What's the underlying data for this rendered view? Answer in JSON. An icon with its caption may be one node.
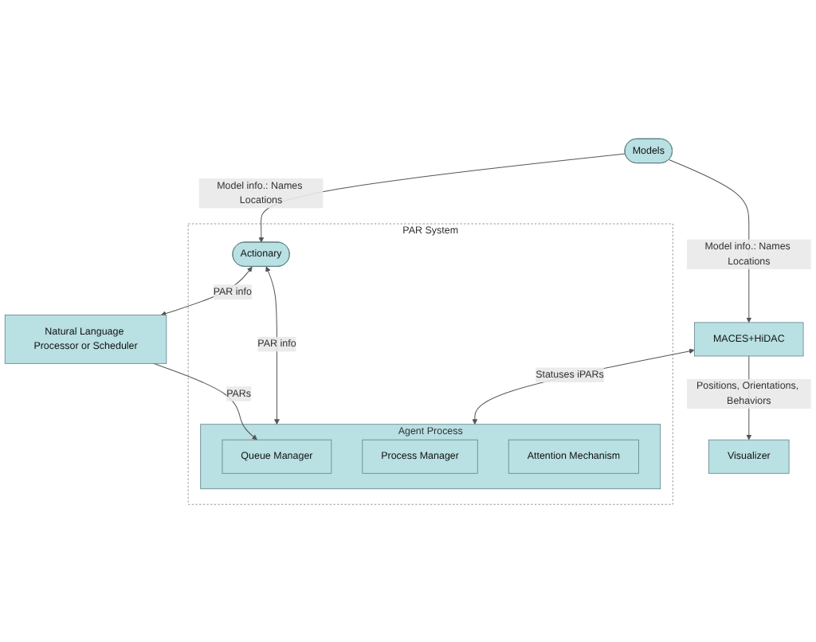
{
  "diagram": {
    "nodes": [
      {
        "text": [
          "Natural Language Processor or Scheduler"
        ]
      },
      {
        "text": [
          "PAR System"
        ]
      },
      {
        "text": [
          "Actionary"
        ],
        "in": 1
      },
      {
        "text": [
          "Models"
        ]
      },
      {
        "text": [
          "Agent Process"
        ],
        "in": 1
      },
      {
        "text": [
          "Queue Manager"
        ],
        "in": 4
      },
      {
        "text": [
          "Process Manager"
        ],
        "in": 4
      },
      {
        "text": [
          "Attention Mechanism"
        ],
        "in": 4
      },
      {
        "text": [
          "MACES+HiDAC"
        ]
      },
      {
        "text": [
          "Visualizer"
        ]
      }
    ],
    "edges": [
      {
        "from": 2,
        "to": 0,
        "arrow": "both",
        "label": "PAR info"
      },
      {
        "from": 3,
        "to": 2,
        "arrow": "to",
        "label": "Model info.: Names Locations"
      },
      {
        "from": 2,
        "to": 4,
        "arrow": "both",
        "label": "PAR info"
      },
      {
        "from": 0,
        "to": 5,
        "arrow": "to",
        "label": "PARs"
      },
      {
        "from": 3,
        "to": 8,
        "arrow": "to",
        "label": "Model info.: Names Locations"
      },
      {
        "from": 8,
        "to": 4,
        "arrow": "both",
        "label": "Statuses iPARs"
      },
      {
        "from": 8,
        "to": 9,
        "arrow": "to",
        "label": "Positions, Orientations, Behaviors"
      }
    ]
  }
}
